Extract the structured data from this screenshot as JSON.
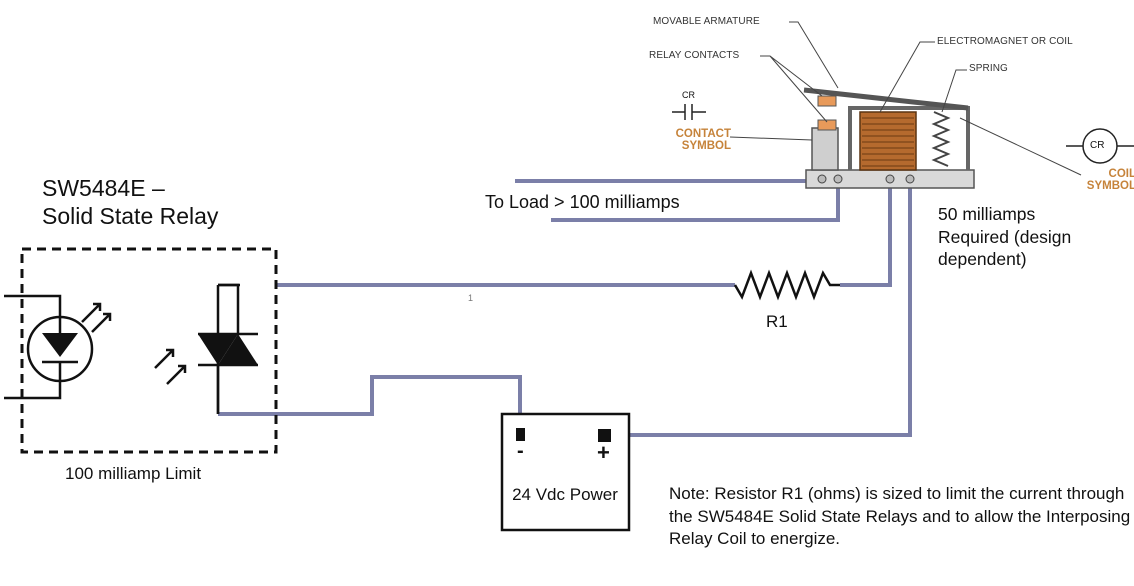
{
  "relay": {
    "title_line1": "SW5484E –",
    "title_line2": "Solid State Relay",
    "limit_label": "100 milliamp Limit"
  },
  "load_label": "To Load > 100 milliamps",
  "coil_requirement": "50 milliamps Required (design dependent)",
  "resistor_label": "R1",
  "power_supply": {
    "minus": "-",
    "plus": "+",
    "label": "24 Vdc Power"
  },
  "note": "Note: Resistor R1 (ohms) is sized to limit the current through the SW5484E Solid State Relays and to allow the Interposing Relay Coil to energize.",
  "stray_mark": "1",
  "relay_illustration": {
    "movable_armature": "MOVABLE ARMATURE",
    "relay_contacts": "RELAY CONTACTS",
    "electromagnet": "ELECTROMAGNET OR COIL",
    "spring": "SPRING",
    "contact_symbol_text": "CR",
    "contact_symbol_label": "CONTACT SYMBOL",
    "coil_symbol_text": "CR",
    "coil_symbol_label": "COIL SYMBOL"
  },
  "colors": {
    "wire": "#7b7fa8",
    "label_orange": "#c6833a",
    "coil_copper": "#b56a2e"
  }
}
